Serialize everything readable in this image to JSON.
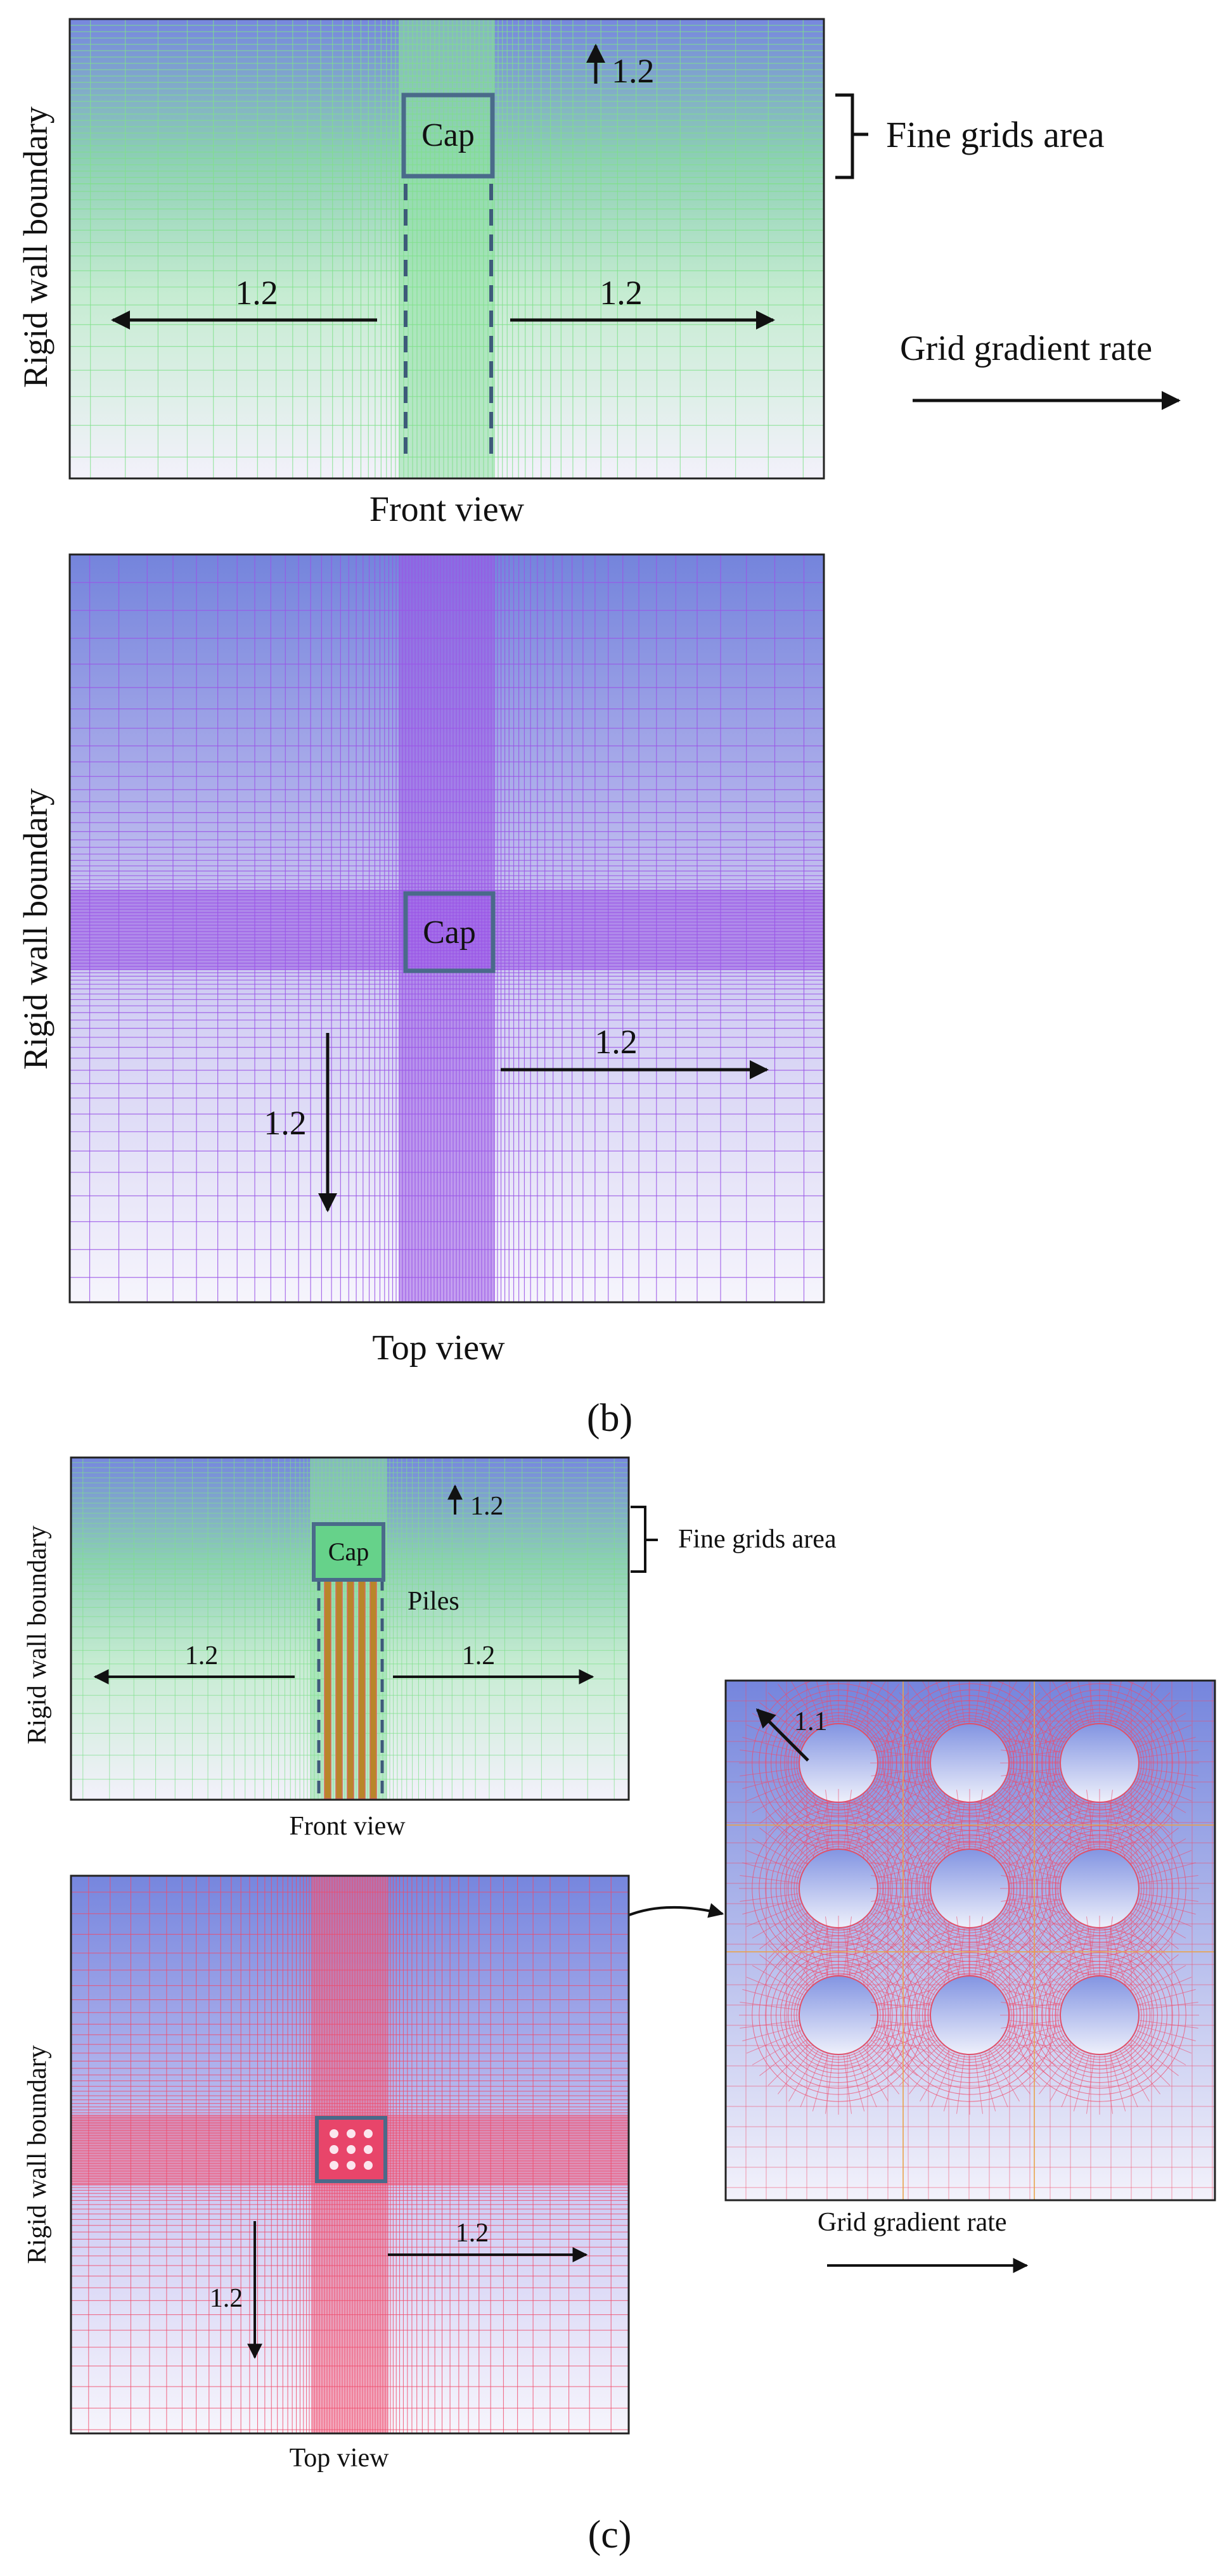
{
  "panel_b": {
    "front": {
      "cap_label": "Cap",
      "up_rate": "1.2",
      "left_rate": "1.2",
      "right_rate": "1.2",
      "side_label": "Rigid wall boundary",
      "caption": "Front view",
      "fine_grids_label": "Fine grids  area"
    },
    "legend_label": "Grid gradient rate",
    "top": {
      "cap_label": "Cap",
      "down_rate": "1.2",
      "right_rate": "1.2",
      "side_label": "Rigid wall boundary",
      "caption": "Top view"
    },
    "panel_label": "(b)"
  },
  "panel_c": {
    "front": {
      "cap_label": "Cap",
      "up_rate": "1.2",
      "piles_label": "Piles",
      "left_rate": "1.2",
      "right_rate": "1.2",
      "side_label": "Rigid wall boundary",
      "caption": "Front view",
      "fine_grids_label": "Fine grids  area"
    },
    "detail": {
      "rate": "1.1",
      "pile_rows": 3,
      "pile_cols": 3
    },
    "top": {
      "down_rate": "1.2",
      "right_rate": "1.2",
      "side_label": "Rigid wall boundary",
      "caption": "Top view"
    },
    "legend_label": "Grid gradient rate",
    "panel_label": "(c)"
  },
  "colors": {
    "front_top": "#7b8ce0",
    "front_mid": "#8fd0b0",
    "front_bottom": "#f0f0fb",
    "grid_green": "#7fe08a",
    "grid_purple": "#9a55e6",
    "grid_red": "#f04a6a",
    "cap_border": "#4a6a8a",
    "dash": "#3e5a7a",
    "pile": "#b8862a"
  }
}
